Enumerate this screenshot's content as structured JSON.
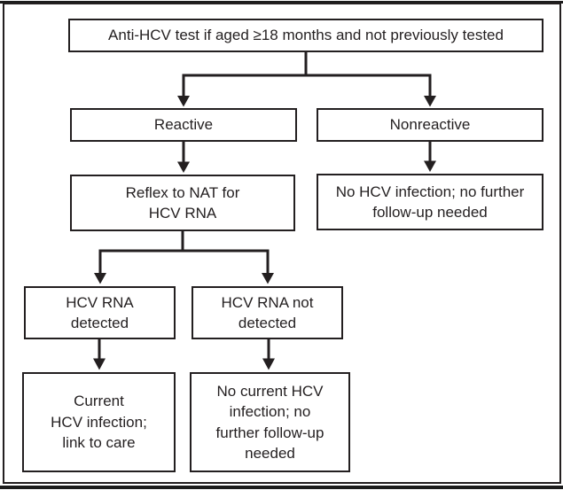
{
  "colors": {
    "ink": "#231f20",
    "line": "#231f20",
    "rule": "#1c1c1c",
    "background": "#ffffff",
    "box_fill": "#ffffff"
  },
  "flowchart": {
    "description": "Anti-HCV testing algorithm flowchart",
    "nodes": [
      {
        "id": "anti-hcv-test",
        "label": "Anti-HCV test if aged ≥18 months and not previously tested"
      },
      {
        "id": "reactive",
        "label": "Reactive"
      },
      {
        "id": "nonreactive",
        "label": "Nonreactive"
      },
      {
        "id": "reflex-nat",
        "label": "Reflex to NAT for\nHCV RNA"
      },
      {
        "id": "no-hcv-infection",
        "label": "No HCV infection; no further\nfollow-up needed"
      },
      {
        "id": "rna-detected",
        "label": "HCV RNA\ndetected"
      },
      {
        "id": "rna-not-detected",
        "label": "HCV RNA not\ndetected"
      },
      {
        "id": "current-infection",
        "label": "Current\nHCV infection;\nlink to care"
      },
      {
        "id": "no-current-infection",
        "label": "No current HCV\ninfection; no\nfurther follow-up\nneeded"
      }
    ],
    "edges": [
      {
        "from": "anti-hcv-test",
        "to": "reactive"
      },
      {
        "from": "anti-hcv-test",
        "to": "nonreactive"
      },
      {
        "from": "reactive",
        "to": "reflex-nat"
      },
      {
        "from": "nonreactive",
        "to": "no-hcv-infection"
      },
      {
        "from": "reflex-nat",
        "to": "rna-detected"
      },
      {
        "from": "reflex-nat",
        "to": "rna-not-detected"
      },
      {
        "from": "rna-detected",
        "to": "current-infection"
      },
      {
        "from": "rna-not-detected",
        "to": "no-current-infection"
      }
    ]
  }
}
